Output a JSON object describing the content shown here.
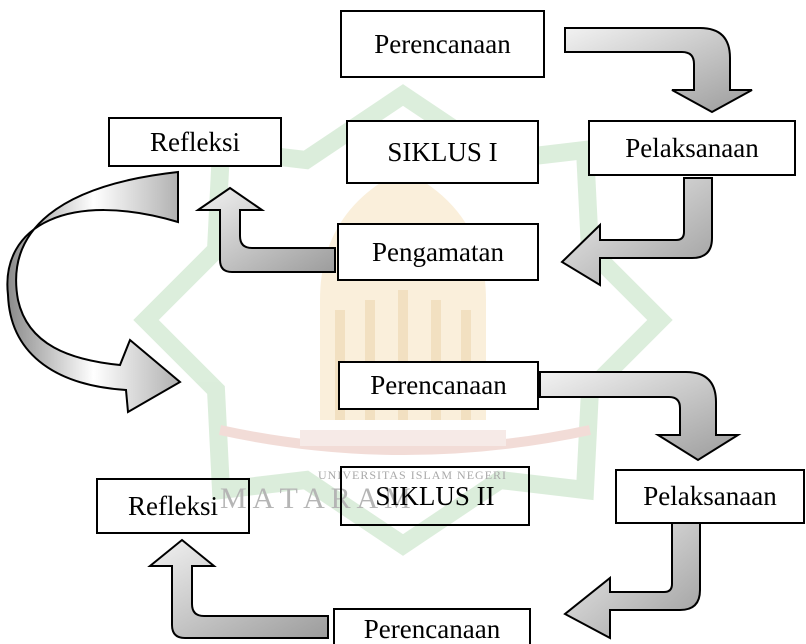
{
  "cycle1": {
    "label": "SIKLUS I",
    "perencanaan": "Perencanaan",
    "pelaksanaan": "Pelaksanaan",
    "pengamatan": "Pengamatan",
    "refleksi": "Refleksi"
  },
  "cycle2": {
    "label": "SIKLUS II",
    "perencanaan": "Perencanaan",
    "pelaksanaan": "Pelaksanaan",
    "pengamatan": "Perencanaan",
    "refleksi": "Refleksi"
  },
  "watermark": {
    "institution": "UNIVERSITAS ISLAM NEGERI",
    "city": "M A T A R A M"
  },
  "colors": {
    "arrow_fill": "#cfcfcf",
    "arrow_stroke": "#000000",
    "watermark_green": "#d7ead7",
    "watermark_orange": "#f4dcb4"
  }
}
